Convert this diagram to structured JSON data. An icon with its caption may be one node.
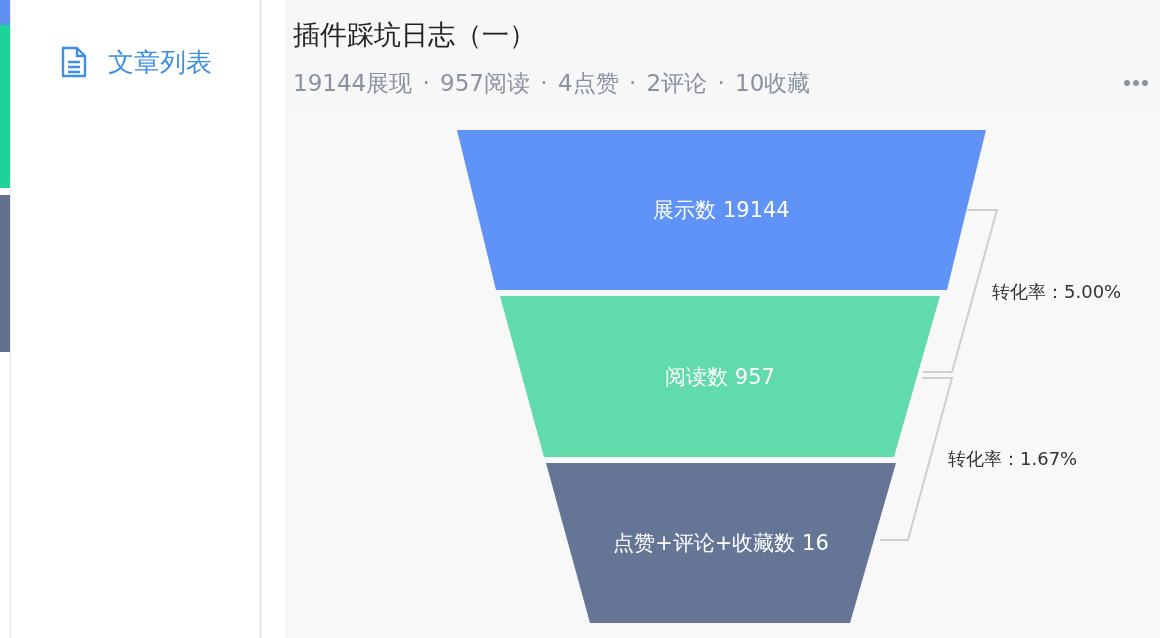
{
  "diagram": {
    "title": "插件踩坑日志（一）",
    "nodes": [
      {
        "text": [
          "展示数 19144"
        ]
      },
      {
        "text": [
          "阅读数 957"
        ]
      },
      {
        "text": [
          "点赞+评论+收藏数 16"
        ]
      }
    ],
    "labels": [
      "文章列表",
      "19144展现 · 957阅读 · 4点赞 · 2评论 · 10收藏",
      "转化率：5.00%",
      "转化率：1.67%"
    ]
  }
}
